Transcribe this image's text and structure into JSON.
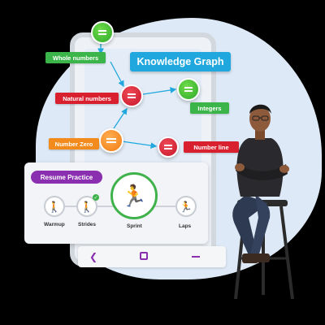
{
  "knowledge_graph": {
    "title": "Knowledge Graph",
    "nodes": [
      {
        "id": "top",
        "color": "green"
      },
      {
        "id": "whole-numbers",
        "label": "Whole numbers",
        "color": "green"
      },
      {
        "id": "natural-numbers",
        "label": "Natural numbers",
        "color": "red"
      },
      {
        "id": "integers",
        "label": "Integers",
        "color": "green"
      },
      {
        "id": "number-zero",
        "label": "Number Zero",
        "color": "orange"
      },
      {
        "id": "number-line",
        "label": "Number line",
        "color": "red"
      }
    ]
  },
  "practice": {
    "button_label": "Resume Practice",
    "steps": [
      {
        "label": "Warmup",
        "state": "done",
        "icon": "walker-icon"
      },
      {
        "label": "Strides",
        "state": "done",
        "icon": "walker-icon"
      },
      {
        "label": "Sprint",
        "state": "current",
        "icon": "runner-icon"
      },
      {
        "label": "Laps",
        "state": "upcoming",
        "icon": "runner-icon"
      }
    ]
  },
  "nav": {
    "icons": [
      "back-icon",
      "home-icon",
      "menu-icon"
    ]
  },
  "colors": {
    "accent_purple": "#8a2fb0",
    "graph_blue": "#1fa7de",
    "green": "#3bb54a",
    "red": "#d9202f",
    "orange": "#f28a1c",
    "background_blob": "#dde9f6"
  }
}
